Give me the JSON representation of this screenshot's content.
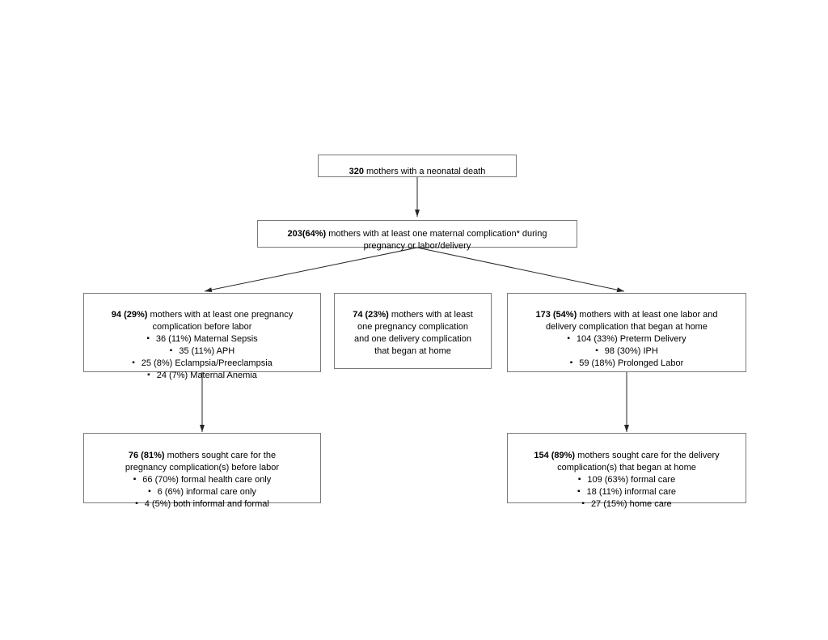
{
  "glyphs": {
    "bullet": "▪"
  },
  "colors": {
    "box_border": "#7a7a7a",
    "arrow": "#262626",
    "text": "#000000",
    "background": "#ffffff"
  },
  "boxes": {
    "root": {
      "bold": "320",
      "rest": " mothers with a neonatal death"
    },
    "maternal": {
      "bold": "203(64%)",
      "rest": " mothers with at least one maternal complication* during\npregnancy or labor/delivery"
    },
    "pregnancy": {
      "bold": "94 (29%)",
      "rest": " mothers with at least one pregnancy\ncomplication before labor",
      "items": [
        "36 (11%) Maternal Sepsis",
        "35 (11%) APH",
        "25 (8%) Eclampsia/Preeclampsia",
        "24 (7%) Maternal Anemia"
      ]
    },
    "both": {
      "bold": "74 (23%)",
      "rest": " mothers with at least\none pregnancy complication\nand one delivery complication\nthat began at home"
    },
    "labor": {
      "bold": "173 (54%)",
      "rest": " mothers with at least one labor and\ndelivery complication that began at home",
      "items": [
        "104 (33%) Preterm Delivery",
        "98 (30%) IPH",
        "59 (18%) Prolonged Labor"
      ]
    },
    "pregnancy_care": {
      "bold": "76 (81%)",
      "rest": " mothers sought care for the\npregnancy complication(s) before labor",
      "items": [
        "66 (70%) formal health care only",
        "6 (6%) informal care only",
        "4 (5%) both informal and formal"
      ]
    },
    "delivery_care": {
      "bold": "154 (89%)",
      "rest": " mothers sought care for the delivery\ncomplication(s) that began at home",
      "items": [
        "109 (63%) formal care",
        "18 (11%) informal care",
        "27 (15%) home care"
      ]
    }
  }
}
